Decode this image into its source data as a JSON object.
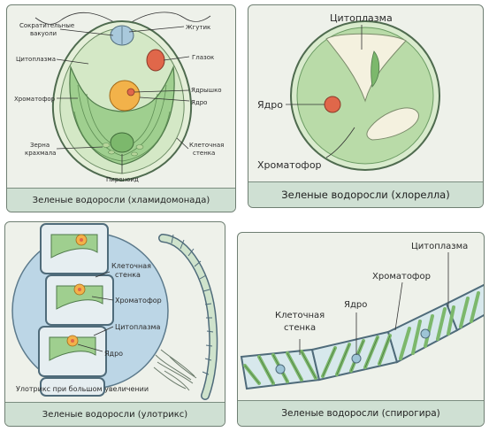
{
  "panels": {
    "chlamydomonas": {
      "caption": "Зеленые водоросли (хламидомонада)",
      "labels": {
        "vacuoles_1": "Сократительные",
        "vacuoles_2": "вакуоли",
        "flagellum": "Жгутик",
        "cytoplasm": "Цитоплазма",
        "eyespot": "Глазок",
        "chromatophore": "Хроматофор",
        "nucleolus": "Ядрышко",
        "nucleus": "Ядро",
        "starch_1": "Зерна",
        "starch_2": "крахмала",
        "wall_1": "Клеточная",
        "wall_2": "стенка",
        "pyrenoid": "Пиреноид"
      }
    },
    "chlorella": {
      "caption": "Зеленые водоросли (хлорелла)",
      "labels": {
        "cytoplasm": "Цитоплазма",
        "nucleus": "Ядро",
        "chromatophore": "Хроматофор"
      }
    },
    "ulothrix": {
      "caption": "Зеленые водоросли (улотрикс)",
      "labels": {
        "wall_1": "Клеточная",
        "wall_2": "стенка",
        "chromatophore": "Хроматофор",
        "cytoplasm": "Цитоплазма",
        "nucleus": "Ядро",
        "magnified": "Улотрикс при большом увеличении"
      }
    },
    "spirogyra": {
      "caption": "Зеленые водоросли (спирогира)",
      "labels": {
        "cytoplasm": "Цитоплазма",
        "chromatophore": "Хроматофор",
        "nucleus": "Ядро",
        "wall_1": "Клеточная",
        "wall_2": "стенка"
      }
    }
  },
  "colors": {
    "panel_bg": "#eef1ea",
    "caption_bg": "#cfe0d3",
    "cell_green": "#cfe6c6",
    "chromatophore_green": "#8fc48a",
    "nucleus_orange": "#f2b24a",
    "eyespot_red": "#e0674a",
    "vacuole_blue": "#a9c9dc"
  }
}
